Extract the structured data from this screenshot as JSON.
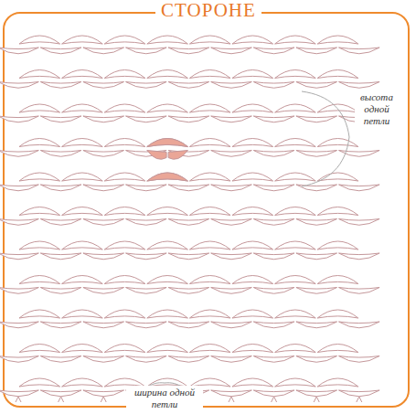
{
  "diagram": {
    "title": "СТОРОНЕ",
    "labels": [
      "высота одной петли",
      "ширина одной петли"
    ]
  }
}
